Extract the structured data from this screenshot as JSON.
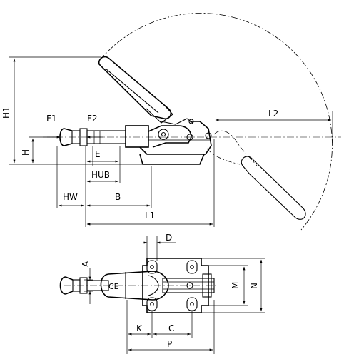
{
  "dimensions": {
    "h1": "H1",
    "h": "H",
    "f1": "F1",
    "f2": "F2",
    "e": "E",
    "hub": "HUB",
    "hw": "HW",
    "b": "B",
    "l1": "L1",
    "l2": "L2",
    "d": "D",
    "a": "A",
    "m": "M",
    "n": "N",
    "k": "K",
    "c": "C",
    "p": "P"
  },
  "marks": {
    "ce": "CE"
  }
}
